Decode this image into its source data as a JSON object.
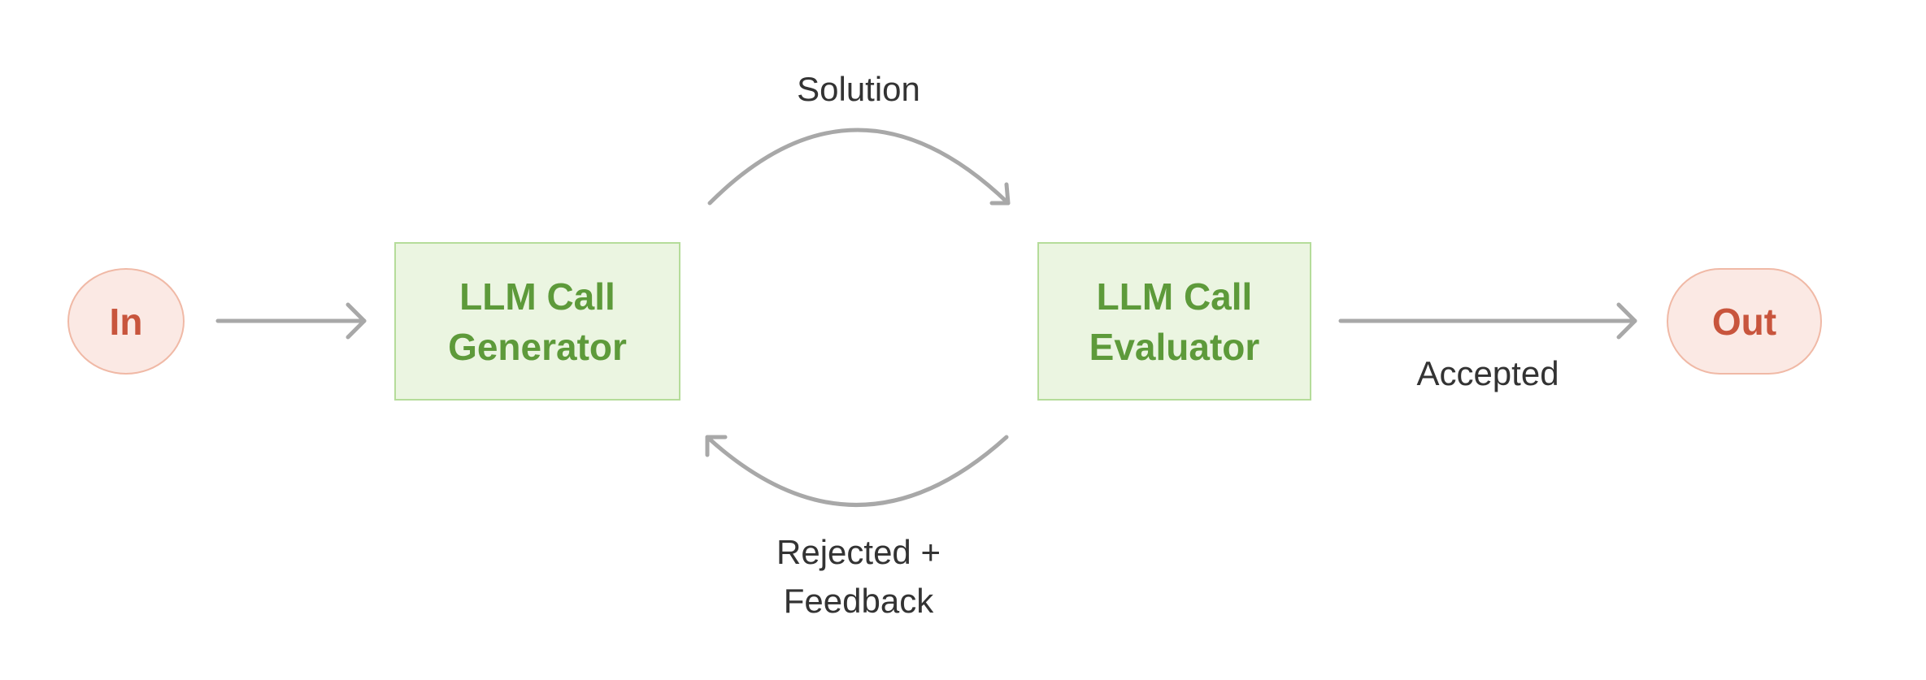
{
  "nodes": {
    "input": {
      "label": "In"
    },
    "generator": {
      "line1": "LLM Call",
      "line2": "Generator"
    },
    "evaluator": {
      "line1": "LLM Call",
      "line2": "Evaluator"
    },
    "output": {
      "label": "Out"
    }
  },
  "edges": {
    "solution": {
      "label": "Solution"
    },
    "accepted": {
      "label": "Accepted"
    },
    "rejected": {
      "line1": "Rejected +",
      "line2": "Feedback"
    }
  },
  "colors": {
    "terminal_fill": "#fbe9e4",
    "terminal_border": "#f0b9a6",
    "terminal_text": "#c8553d",
    "llm_fill": "#ebf5e1",
    "llm_border": "#b5dc9a",
    "llm_text": "#5d9a3a",
    "arrow": "#a8a8a8",
    "label_text": "#333333"
  }
}
